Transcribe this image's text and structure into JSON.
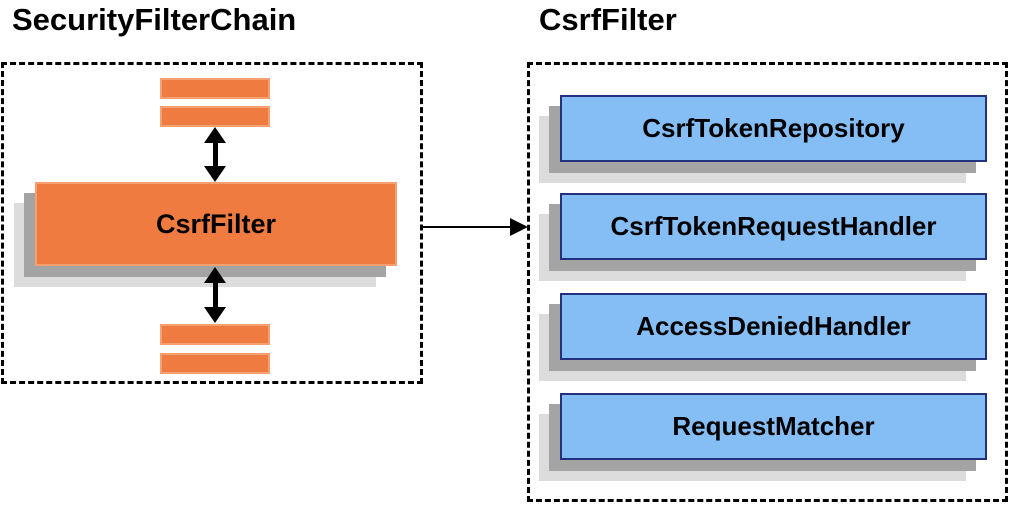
{
  "colors": {
    "accent_orange": "#EF7B40",
    "orange_border": "#F6A071",
    "accent_blue": "#85BEF5",
    "blue_border": "#24317E",
    "shadow_dark": "#A4A4A4",
    "shadow_light": "#DCDCDC",
    "line_black": "#000000"
  },
  "left_panel": {
    "title": "SecurityFilterChain",
    "csrf_filter_label": "CsrfFilter"
  },
  "right_panel": {
    "title": "CsrfFilter",
    "components": [
      {
        "label": "CsrfTokenRepository"
      },
      {
        "label": "CsrfTokenRequestHandler"
      },
      {
        "label": "AccessDeniedHandler"
      },
      {
        "label": "RequestMatcher"
      }
    ]
  }
}
